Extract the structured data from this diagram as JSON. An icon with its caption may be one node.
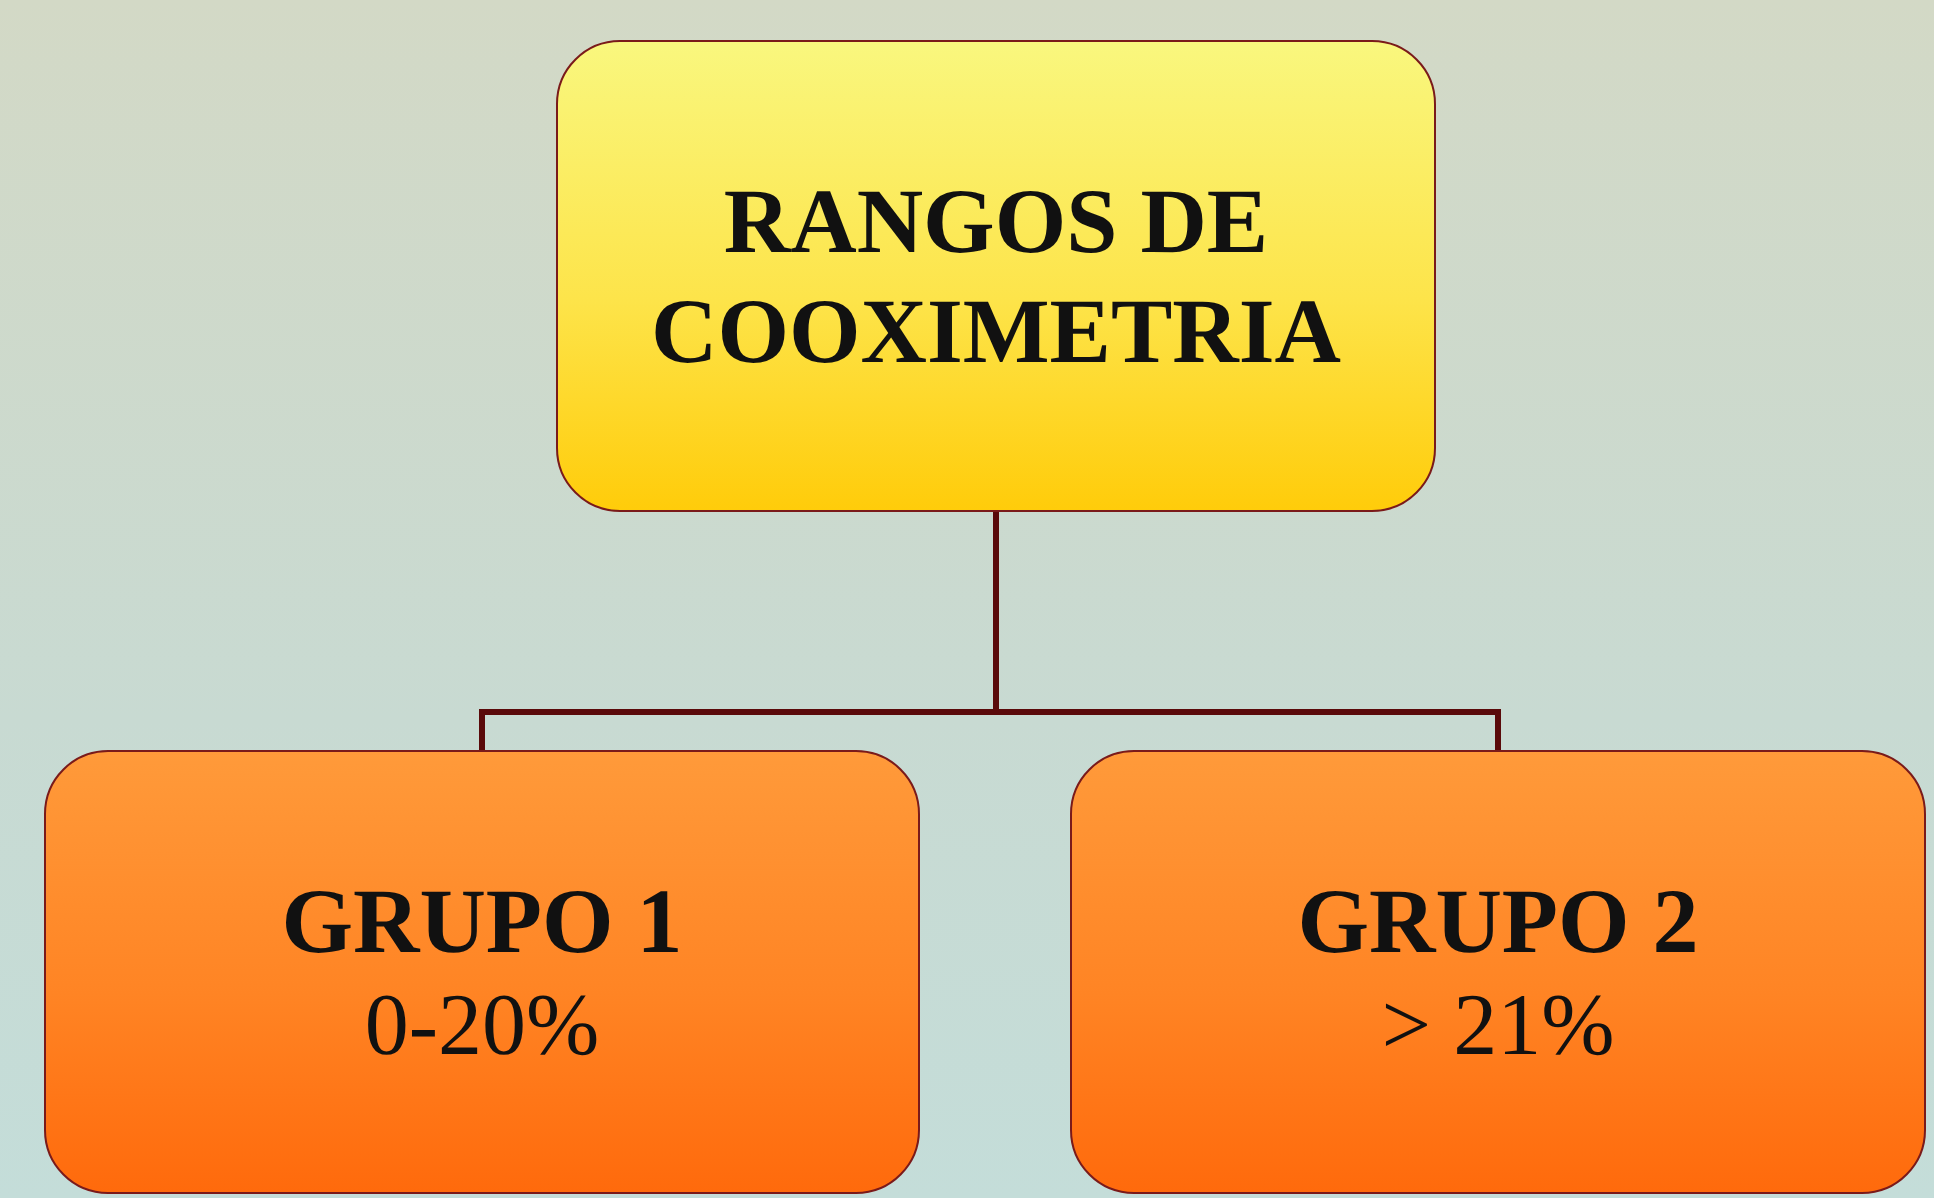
{
  "diagram": {
    "nodes": [
      {
        "text": [
          "RANGOS DE COOXIMETRIA"
        ]
      },
      {
        "text": [
          "GRUPO 1",
          "0-20%"
        ]
      },
      {
        "text": [
          "GRUPO 2",
          "> 21%"
        ]
      }
    ],
    "edges": [
      {
        "from": 0,
        "to": 1,
        "arrow": "none"
      },
      {
        "from": 0,
        "to": 2,
        "arrow": "none"
      }
    ]
  }
}
